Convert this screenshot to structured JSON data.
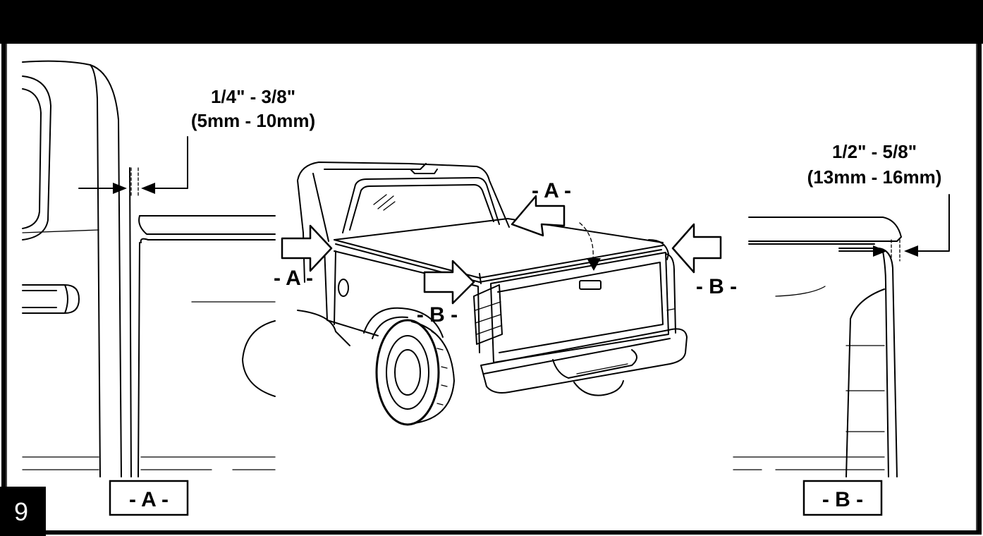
{
  "step_number": "9",
  "left_gap": {
    "measure_imperial": "1/4\" - 3/8\"",
    "measure_metric": "(5mm - 10mm)",
    "label": "- A -"
  },
  "right_gap": {
    "measure_imperial": "1/2\" - 5/8\"",
    "measure_metric": "(13mm - 16mm)",
    "label": "- B -"
  },
  "truck_callouts": {
    "a_top": "- A -",
    "a_left": "- A -",
    "b_center": "- B -",
    "b_right": "- B -"
  },
  "colors": {
    "header_band": "#000000",
    "background": "#ffffff",
    "line": "#000000"
  }
}
